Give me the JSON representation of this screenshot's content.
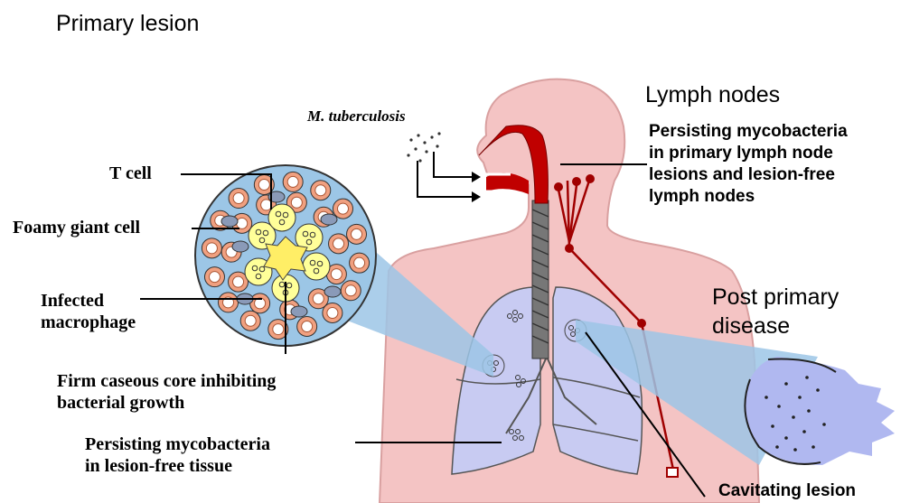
{
  "diagram": {
    "title": "Primary lesion",
    "organism_label": "M. tuberculosis",
    "lymph": {
      "heading": "Lymph nodes",
      "lines": [
        "Persisting mycobacteria",
        "in primary lymph node",
        "lesions and lesion-free",
        "lymph nodes"
      ]
    },
    "post_primary": {
      "lines": [
        "Post primary",
        "disease"
      ]
    },
    "cavitating": "Cavitating lesion",
    "granuloma_labels": {
      "t_cell": "T cell",
      "foamy_giant_cell": "Foamy giant cell",
      "infected_macrophage": [
        "Infected",
        "macrophage"
      ],
      "caseous_core": [
        "Firm caseous core inhibiting",
        "bacterial growth"
      ]
    },
    "lung_label": [
      "Persisting mycobacteria",
      "in lesion-free tissue"
    ],
    "colors": {
      "body": "#f4c4c4",
      "lung": "#c8cbf2",
      "cone": "#9cc6e6",
      "airway": "#c00000",
      "lymph_vessel": "#a00000",
      "granuloma_bg": "#9cc6e6",
      "t_cell_outer": "#f0a080",
      "giant_cell": "#ffff99"
    }
  }
}
